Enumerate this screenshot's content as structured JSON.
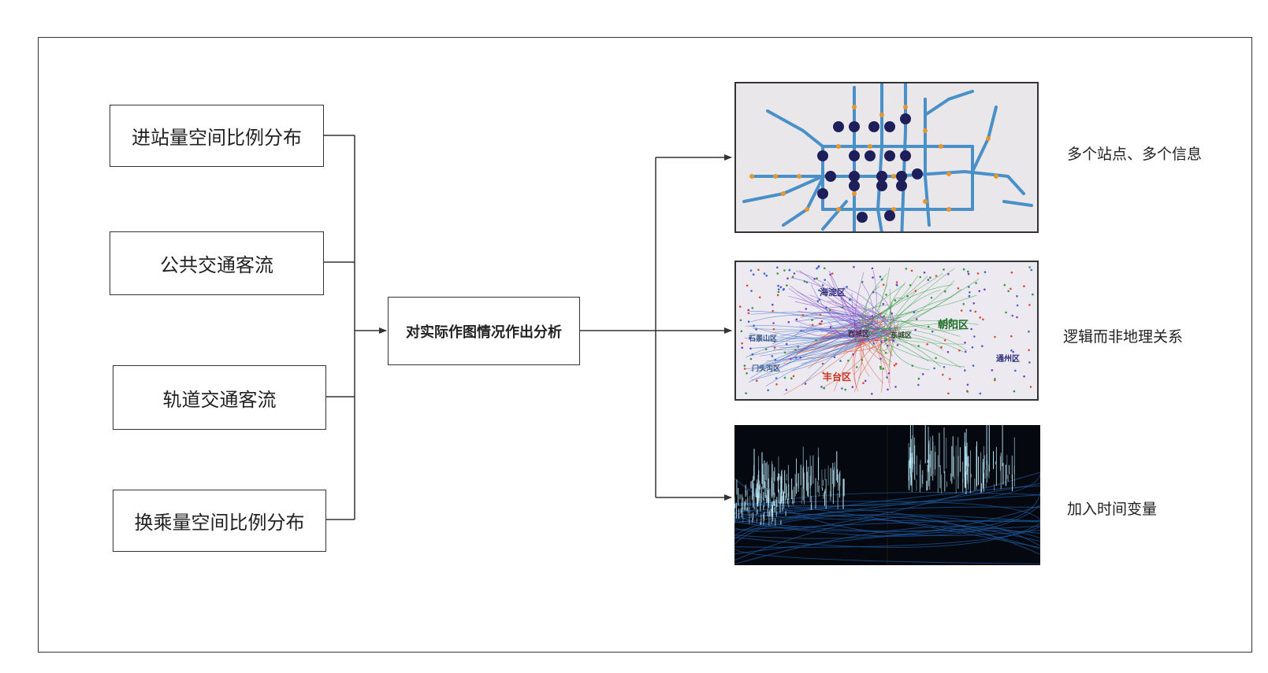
{
  "inputs": [
    {
      "label": "进站量空间比例分布"
    },
    {
      "label": "公共交通客流"
    },
    {
      "label": "轨道交通客流"
    },
    {
      "label": "换乘量空间比例分布"
    }
  ],
  "center": {
    "label": "对实际作图情况作出分析"
  },
  "outputs": [
    {
      "caption": "多个站点、多个信息"
    },
    {
      "caption": "逻辑而非地理关系"
    },
    {
      "caption": "加入时间变量"
    }
  ],
  "map_labels": {
    "haidian": "海淀区",
    "chaoyang": "朝阳区",
    "shijingshan": "石景山区",
    "xicheng": "西城区",
    "dongcheng": "东城区",
    "mentougou": "门头沟区",
    "fengtai": "丰台区",
    "tongzhou": "通州区"
  },
  "colors": {
    "line": "#333333",
    "metro_line": "#4a90c8",
    "metro_station": "#e8962e",
    "metro_node": "#1e1e5a",
    "cluster_purple": "#7a3cc8",
    "cluster_green": "#2e9a3e",
    "cluster_red": "#e0482c",
    "night_bg": "#05080f",
    "night_light": "#bfefff"
  }
}
